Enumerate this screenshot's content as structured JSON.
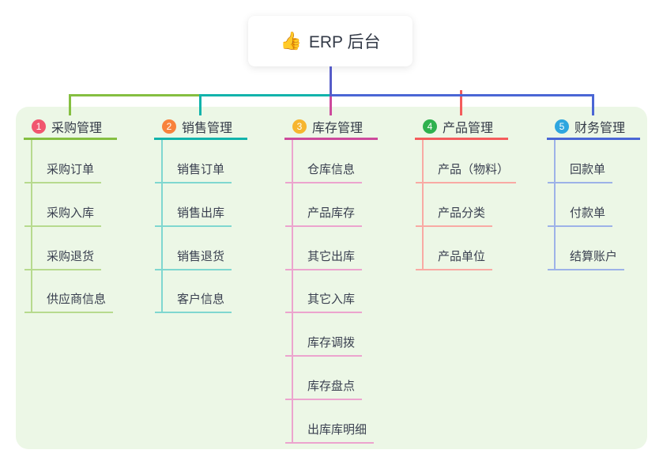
{
  "root": {
    "label": "ERP 后台",
    "icon_char": "👍",
    "icon_name": "thumbs-up-icon"
  },
  "branches": [
    {
      "num": "1",
      "label": "采购管理",
      "badge_color": "#f1566f",
      "line_color": "#85bf41",
      "child_line_color": "#b7da8e",
      "children": [
        "采购订单",
        "采购入库",
        "采购退货",
        "供应商信息"
      ]
    },
    {
      "num": "2",
      "label": "销售管理",
      "badge_color": "#f8823c",
      "line_color": "#12b3ab",
      "child_line_color": "#7fd7d0",
      "children": [
        "销售订单",
        "销售出库",
        "销售退货",
        "客户信息"
      ]
    },
    {
      "num": "3",
      "label": "库存管理",
      "badge_color": "#f6b52f",
      "line_color": "#cd4a9c",
      "child_line_color": "#eca4ce",
      "children": [
        "仓库信息",
        "产品库存",
        "其它出库",
        "其它入库",
        "库存调拨",
        "库存盘点",
        "出库库明细"
      ]
    },
    {
      "num": "4",
      "label": "产品管理",
      "badge_color": "#2fb14e",
      "line_color": "#f45c5c",
      "child_line_color": "#f9aaa4",
      "children": [
        "产品（物料）",
        "产品分类",
        "产品单位"
      ]
    },
    {
      "num": "5",
      "label": "财务管理",
      "badge_color": "#2ea6df",
      "line_color": "#4a66d5",
      "child_line_color": "#9db2e8",
      "children": [
        "回款单",
        "付款单",
        "结算账户"
      ]
    }
  ],
  "colors": {
    "stem": "#565cc8",
    "canvas_bg": "#ecf7e6",
    "root_bg": "#ffffff",
    "text": "#333a47"
  }
}
